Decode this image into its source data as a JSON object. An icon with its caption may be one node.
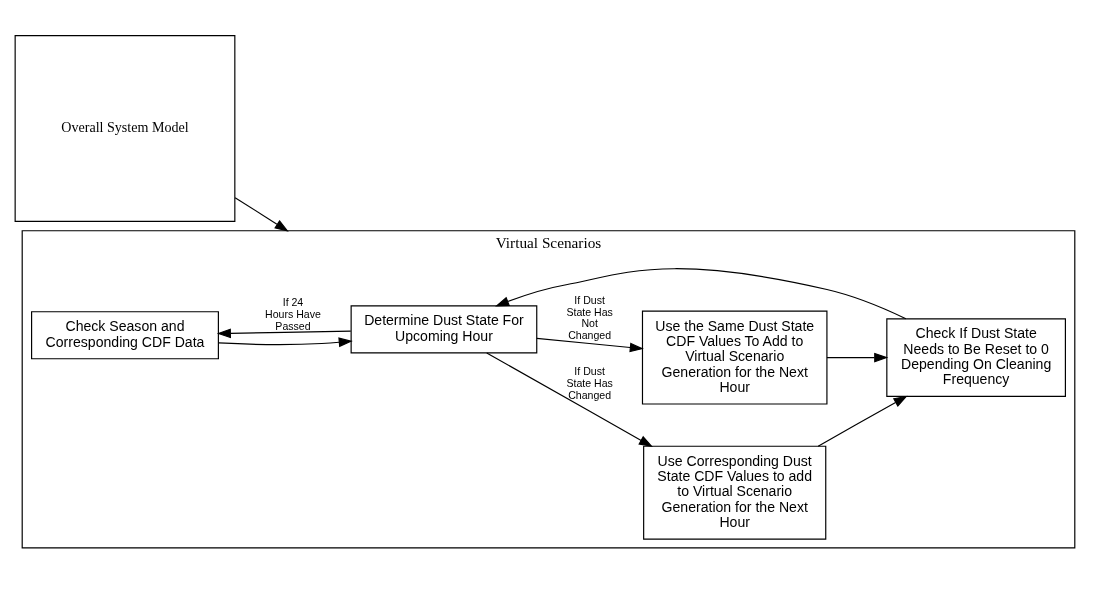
{
  "diagram": {
    "nodes": [
      {
        "text": [
          "Overall System Model"
        ]
      },
      {
        "text": [
          "Virtual Scenarios"
        ]
      },
      {
        "text": [
          "Check Season and Corresponding CDF Data"
        ],
        "in": 1
      },
      {
        "text": [
          "Determine Dust State For Upcoming Hour"
        ],
        "in": 1
      },
      {
        "text": [
          "Use Corresponding Dust State CDF Values to add to Virtual Scenario Generation for the Next Hour"
        ],
        "in": 1
      },
      {
        "text": [
          "Use the Same Dust State CDF Values To Add to Virtual Scenario Generation for the Next Hour"
        ],
        "in": 1
      },
      {
        "text": [
          "Check If Dust State Needs to Be Reset to 0 Depending On Cleaning Frequency"
        ],
        "in": 1
      }
    ],
    "edges": [
      {
        "from": 0,
        "to": 1,
        "arrow": "to"
      },
      {
        "from": 3,
        "to": 2,
        "arrow": "to",
        "label": "If 24 Hours Have Passed"
      },
      {
        "from": 2,
        "to": 3,
        "arrow": "to"
      },
      {
        "from": 3,
        "to": 4,
        "arrow": "to",
        "label": "If Dust State Has Changed"
      },
      {
        "from": 3,
        "to": 5,
        "arrow": "to",
        "label": "If Dust State Has Not Changed"
      },
      {
        "from": 4,
        "to": 6,
        "arrow": "to"
      },
      {
        "from": 5,
        "to": 6,
        "arrow": "to"
      },
      {
        "from": 6,
        "to": 3,
        "arrow": "to"
      }
    ]
  }
}
